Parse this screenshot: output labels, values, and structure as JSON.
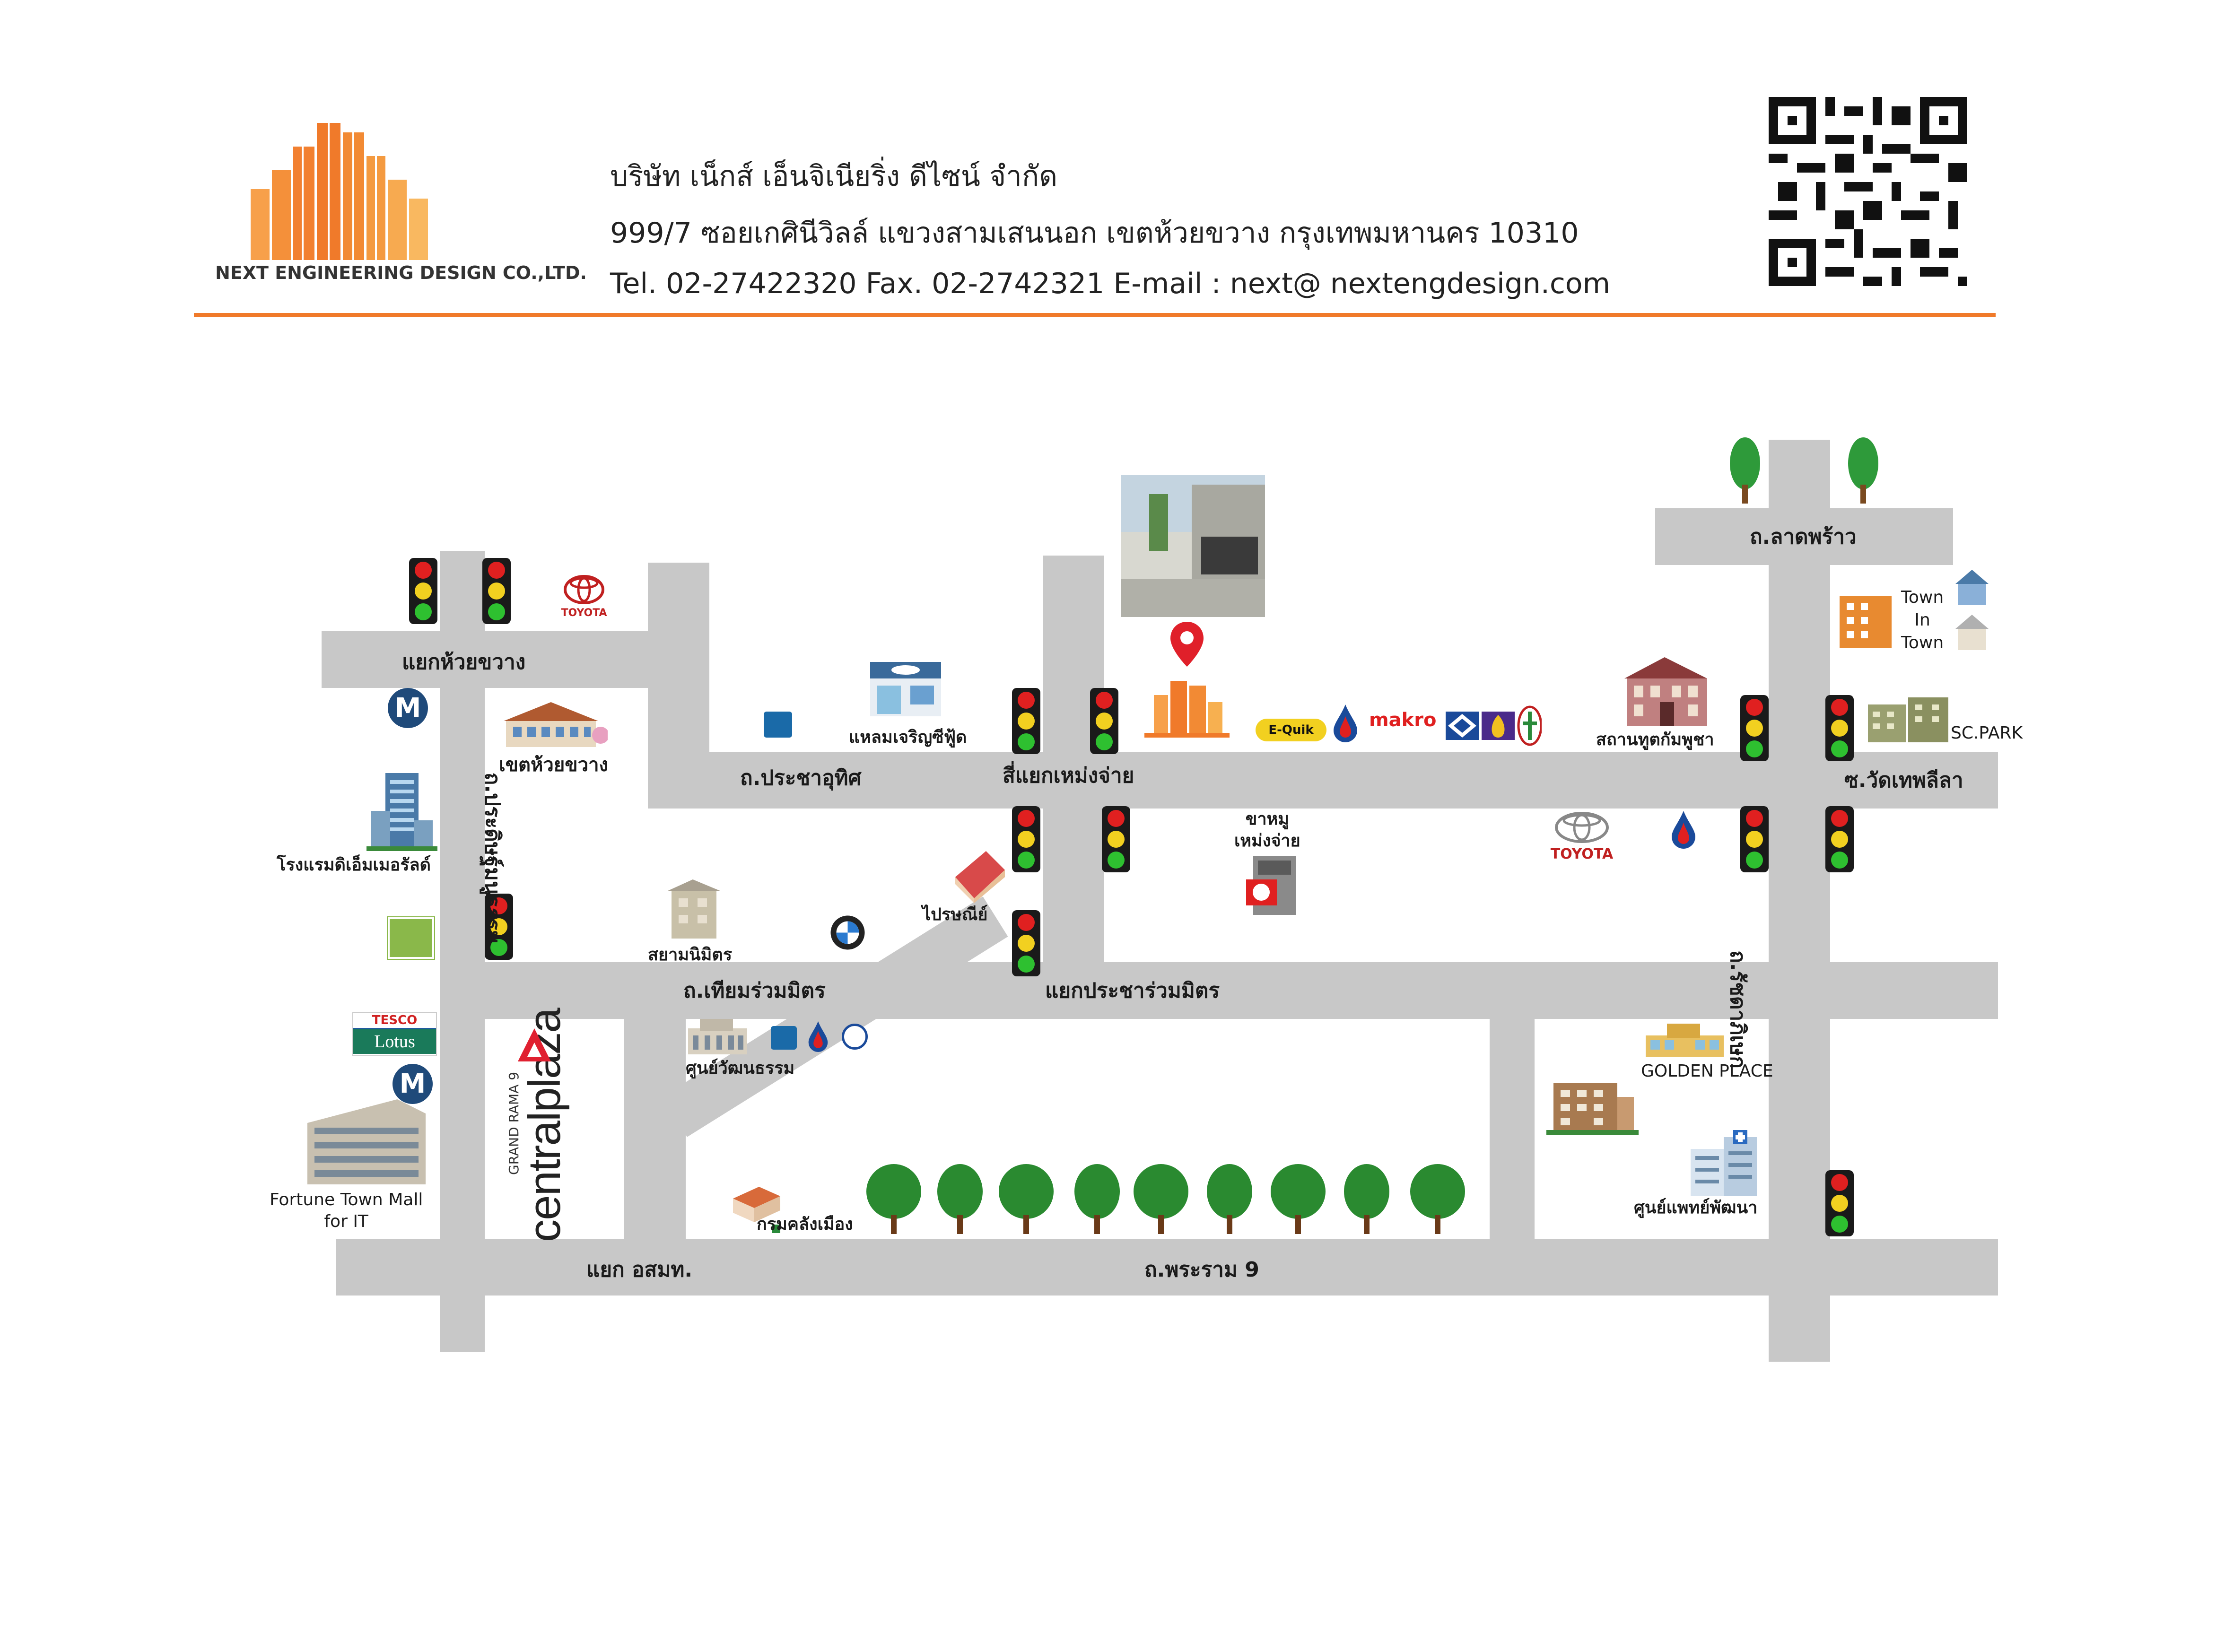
{
  "header": {
    "company_en": "NEXT ENGINEERING DESIGN CO.,LTD.",
    "company_th": "บริษัท เน็กส์ เอ็นจิเนียริ่ง ดีไซน์ จำกัด",
    "address": "999/7 ซอยเกศินีวิลล์ แขวงสามเสนนอก เขตห้วยขวาง กรุงเทพมหานคร 10310",
    "contact": "Tel. 02-27422320 Fax. 02-2742321   E-mail : next@ nextengdesign.com",
    "accent_color": "#f07a2a"
  },
  "roads": {
    "lat_phrao": "ถ.ลาดพร้าว",
    "huai_khwang_junction": "แยกห้วยขวาง",
    "pracha_uthit": "ถ.ประชาอุทิศ",
    "mengjai_junction": "สี่แยกเหม่งจ่าย",
    "wat_thep_leela": "ซ.วัดเทพลีลา",
    "thiam_ruam_mit": "ถ.เทียมร่วมมิตร",
    "pracha_ruam_mit_junction": "แยกประชาร่วมมิตร",
    "rama_9": "ถ.พระราม 9",
    "osmt_junction": "แยก อสมท.",
    "ratchadaphisek": "ถ.รัชดาภิเษก",
    "pradit_manutham": "ถ.ประดิษฐ์มนูธรรม"
  },
  "places": {
    "toyota_top": "TOYOTA",
    "khet_huai_khwang": "เขตห้วยขวาง",
    "hotel": "โรงแรมดิเอ็มเมอรัลด์",
    "laem_charoen": "แหลมเจริญซีฟู้ด",
    "embassy": "สถานทูตกัมพูชา",
    "town_in_town": "Town\nIn\nTown",
    "sc_park": "SC.PARK",
    "khamu": "ขาหมู\nเหม่งจ่าย",
    "toyota_right": "TOYOTA",
    "post_office": "ไปรษณีย์",
    "siam_nimit": "สยามนิมิตร",
    "tesco": "TESCO",
    "lotus": "Lotus",
    "central_brand": "centralplaza",
    "central_sub": "GRAND RAMA 9",
    "cultural_center": "ศูนย์วัฒนธรรม",
    "golden_place": "GOLDEN PLACE",
    "medical_center": "ศูนย์แพทย์พัฒนา",
    "fortune": "Fortune Town Mall\nfor IT",
    "finance_dept": "กรมคลังเมือง",
    "equik": "E-Quik",
    "makro": "makro",
    "mrt": "M"
  }
}
